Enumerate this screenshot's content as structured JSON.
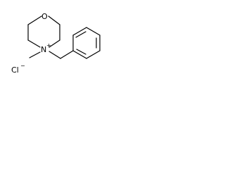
{
  "molecule": {
    "atoms": {
      "oxygen": "O",
      "nitrogen": "N",
      "chlorine": "Cl"
    },
    "charges": {
      "nitrogen": "+",
      "chlorine": "−"
    }
  }
}
